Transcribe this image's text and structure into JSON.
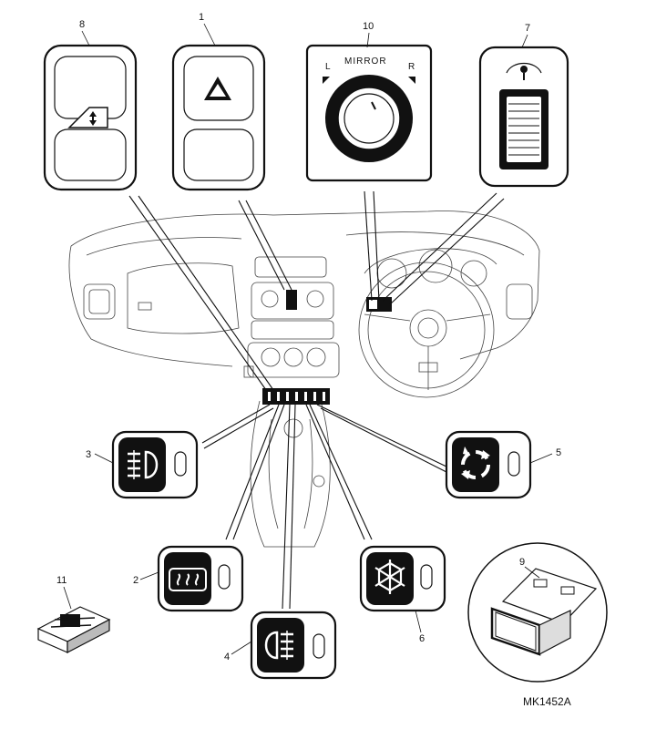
{
  "callouts": {
    "c1": "1",
    "c2": "2",
    "c3": "3",
    "c4": "4",
    "c5": "5",
    "c6": "6",
    "c7": "7",
    "c8": "8",
    "c9": "9",
    "c10": "10",
    "c11": "11"
  },
  "mirror_switch": {
    "title": "MIRROR",
    "left": "L",
    "right": "R"
  },
  "reference_code": "MK1452A"
}
